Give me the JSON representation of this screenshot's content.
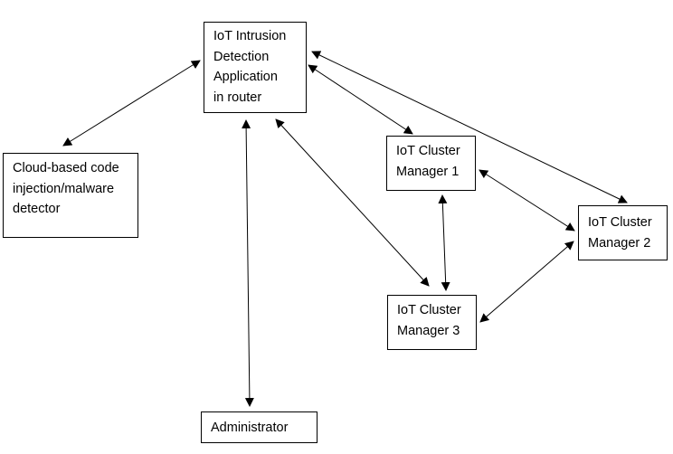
{
  "diagram": {
    "nodes": [
      {
        "id": "router",
        "label": "IoT Intrusion\nDetection\nApplication\nin router"
      },
      {
        "id": "cloud",
        "label": "Cloud-based code\ninjection/malware\ndetector"
      },
      {
        "id": "cm1",
        "label": "IoT Cluster\nManager 1"
      },
      {
        "id": "cm2",
        "label": "IoT Cluster\nManager 2"
      },
      {
        "id": "cm3",
        "label": "IoT Cluster\nManager 3"
      },
      {
        "id": "admin",
        "label": "Administrator"
      }
    ],
    "edges": [
      {
        "from": "router",
        "to": "cloud",
        "direction": "bidirectional"
      },
      {
        "from": "router",
        "to": "admin",
        "direction": "bidirectional"
      },
      {
        "from": "router",
        "to": "cm1",
        "direction": "bidirectional"
      },
      {
        "from": "router",
        "to": "cm2",
        "direction": "bidirectional"
      },
      {
        "from": "router",
        "to": "cm3",
        "direction": "bidirectional"
      },
      {
        "from": "cm1",
        "to": "cm2",
        "direction": "bidirectional"
      },
      {
        "from": "cm1",
        "to": "cm3",
        "direction": "bidirectional"
      },
      {
        "from": "cm2",
        "to": "cm3",
        "direction": "bidirectional"
      }
    ]
  }
}
